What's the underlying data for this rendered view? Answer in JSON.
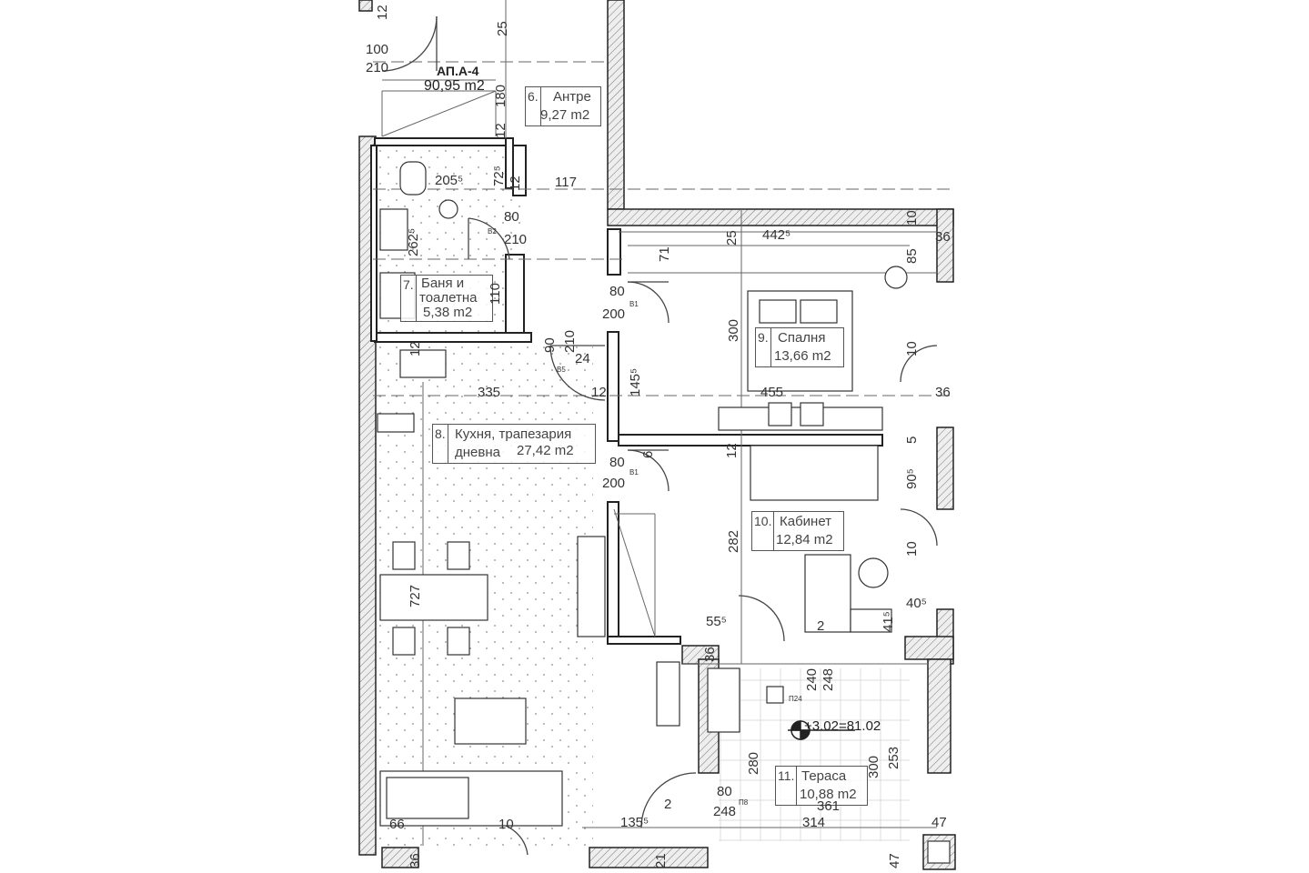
{
  "apartment": {
    "title": "АП.А-4",
    "area": "90,95 m2"
  },
  "rooms": [
    {
      "number": "6.",
      "name": "Антре",
      "area": "9,27 m2"
    },
    {
      "number": "7.",
      "name": "Баня и тоалетна",
      "name_line1": "Баня и",
      "name_line2": "тоалетна",
      "area": "5,38 m2"
    },
    {
      "number": "8.",
      "name_line1": "Кухня, трапезария",
      "name_line2": "дневна",
      "area": "27,42 m2"
    },
    {
      "number": "9.",
      "name": "Спалня",
      "area": "13,66 m2"
    },
    {
      "number": "10.",
      "name": "Кабинет",
      "area": "12,84 m2"
    },
    {
      "number": "11.",
      "name": "Тераса",
      "area": "10,88 m2"
    }
  ],
  "level_mark": "+3.02=81.02",
  "door_tags": {
    "b1": "B1",
    "b2": "B2",
    "b5": "B5",
    "p8": "П8",
    "p24": "П24"
  },
  "dimensions": {
    "d100": "100",
    "d210a": "210",
    "d25a": "25",
    "d180": "180",
    "d12a": "12",
    "d205": "205⁵",
    "d72": "72⁵",
    "d12b": "12",
    "d117": "117",
    "d80a": "80",
    "d210b": "210",
    "d262": "262⁵",
    "d110": "110",
    "d442": "442⁵",
    "d25b": "25",
    "d71": "71",
    "d85": "85",
    "d36a": "36",
    "d10a": "10",
    "d80b": "80",
    "d200a": "200",
    "d90": "90",
    "d210c": "210",
    "d24": "24",
    "d300a": "300",
    "d12c": "12",
    "d335": "335",
    "d12d": "12",
    "d145": "145⁵",
    "d455": "455",
    "d36b": "36",
    "d10b": "10",
    "d80c": "80",
    "d200b": "200",
    "d6": "6",
    "d12e": "12",
    "d5": "5",
    "d90b": "90⁵",
    "d282": "282",
    "d10c": "10",
    "d727": "727",
    "d40": "40⁵",
    "d41": "41⁵",
    "d55": "55⁵",
    "d2a": "2",
    "d36c": "36",
    "d240": "240",
    "d248a": "248",
    "d280": "280",
    "d300b": "300",
    "d253": "253",
    "d80d": "80",
    "d2b": "2",
    "d248b": "248",
    "d361": "361",
    "d66": "66",
    "d10d": "10",
    "d135": "135⁵",
    "d314": "314",
    "d47a": "47",
    "d36d": "36",
    "d21": "21",
    "d47b": "47",
    "d12f": "12"
  }
}
